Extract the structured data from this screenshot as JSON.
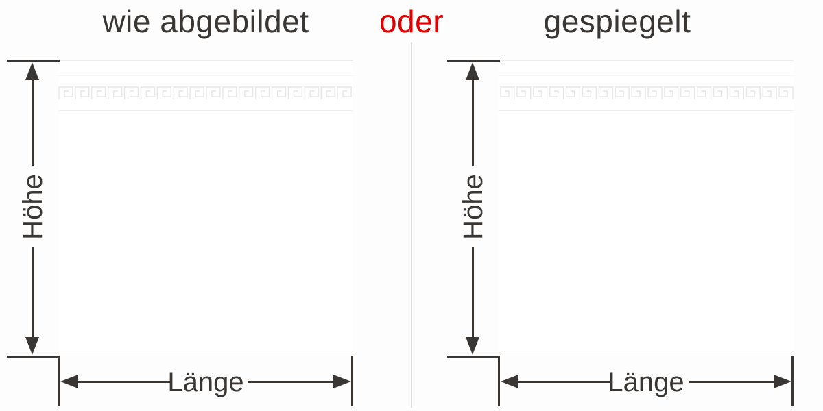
{
  "diagram": {
    "kind": "product-orientation-options",
    "language": "de"
  },
  "separator": {
    "text": "oder"
  },
  "options": [
    {
      "title": "wie abgebildet",
      "mirrored": false,
      "height_label": "Höhe",
      "length_label": "Länge",
      "preview": "meander-border-pattern"
    },
    {
      "title": "gespiegelt",
      "mirrored": true,
      "height_label": "Höhe",
      "length_label": "Länge",
      "preview": "meander-border-pattern-mirrored"
    }
  ],
  "colors": {
    "ink": "#3a3633",
    "separator_red": "#e00000",
    "divider": "#dcdcdc",
    "pattern": "#e6e6e6",
    "background": "#fdfdfd",
    "panel": "#ffffff"
  }
}
